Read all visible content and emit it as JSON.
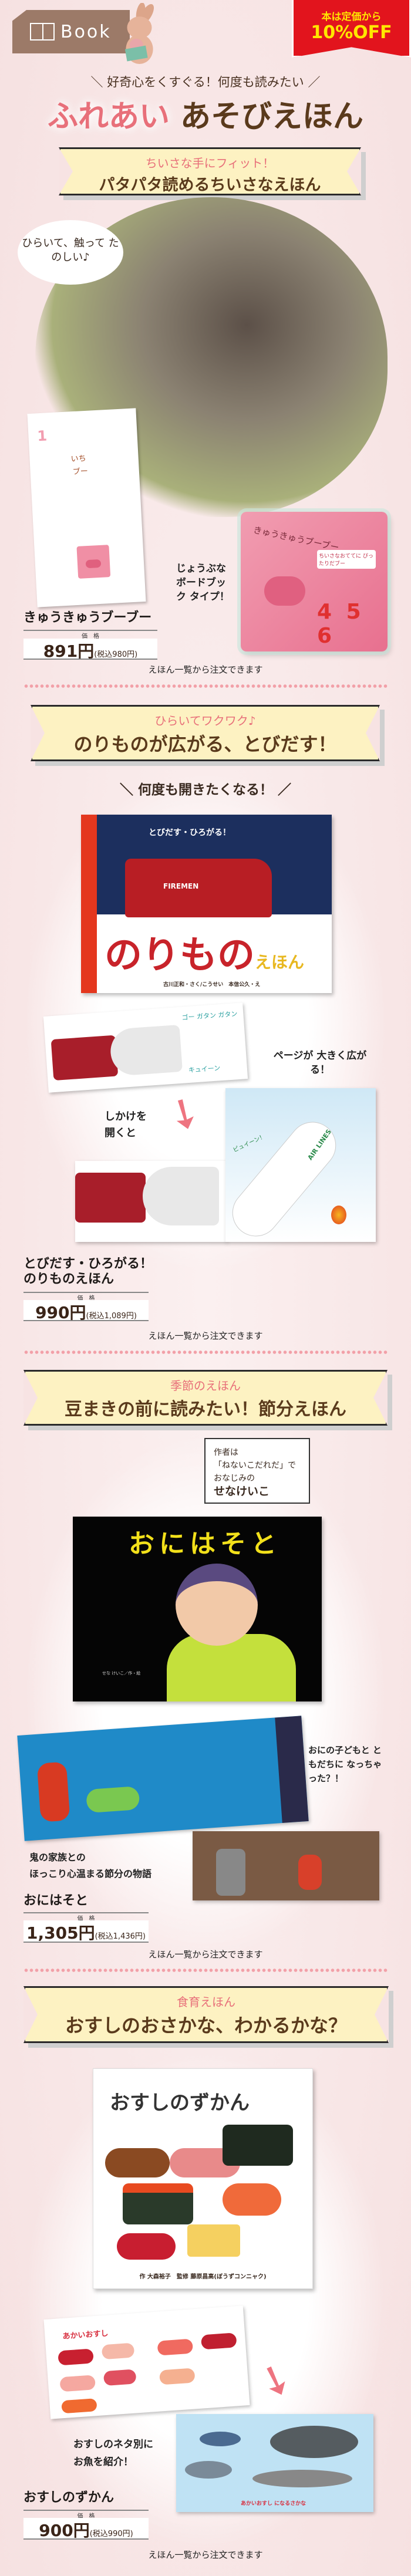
{
  "header": {
    "tag_label": "Book",
    "badge_line1": "本は定価から",
    "badge_line2": "10%OFF",
    "subtitle": "＼ 好奇心をくすぐる！何度も読みたい ／",
    "title_pink": "ふれあい",
    "title_brown": "あそびえほん"
  },
  "colors": {
    "background": "#f8e4e4",
    "ribbon": "#fdf2c2",
    "pink": "#e8707a",
    "brown": "#5a3a1c",
    "badge_red": "#e2141d",
    "badge_yellow": "#ffe600"
  },
  "order_text": "えほん一覧から注文できます",
  "price_label": "価　格",
  "sections": [
    {
      "kicker": "ちいさな手にフィット！",
      "heading": "パタパタ読めるちいさなえほん",
      "bubble": "ひらいて、触って たのしい♪",
      "booklet_num": "1",
      "booklet_text1": "いち",
      "booklet_text2": "ブー",
      "cube_title": "きゅうきゅうブーブー",
      "cube_nums": "4 5 6",
      "cube_sticker": "ちいさなおててに ぴったりだブー",
      "callout": "じょうぶな ボードブック タイプ！",
      "product": "きゅうきゅうブーブー",
      "price": "891円",
      "tax": "(税込980円)"
    },
    {
      "kicker": "ひらいてワクワク♪",
      "heading": "のりものが広がる、とびだす！",
      "headline": "＼ 何度も開きたくなる！ ／",
      "cover_top": "とびだす・ひろがる！",
      "cover_truck": "FIREMEN",
      "cover_title": "のりもの",
      "cover_title_small": "えほん",
      "cover_credit": "古川正和・さく/こうせい　本信公久・え",
      "spread_text1": "ゴー ガタン ガタン",
      "spread_text2": "キュイーン",
      "spread_text3": "ピュイーン！",
      "spread_text4": "AIR LINES",
      "callout_big": "ページが 大きく広がる！",
      "callout_open": "しかけを 開くと",
      "product_line1": "とびだす・ひろがる！",
      "product_line2": "のりものえほん",
      "price": "990円",
      "tax": "(税込1,089円)"
    },
    {
      "kicker": "季節のえほん",
      "heading": "豆まきの前に読みたい！節分えほん",
      "author_note1": "作者は",
      "author_note2": "「ねないこだれだ」で",
      "author_note3": "おなじみの",
      "author_name": "せなけいこ",
      "cover_title": "おにはそと",
      "cover_credit": "せな けいこ／作・絵",
      "callout": "おにの子どもと ともだちに なっちゃった？！",
      "desc1": "鬼の家族との",
      "desc2": "ほっこり心温まる節分の物語",
      "product": "おにはそと",
      "price": "1,305円",
      "tax": "(税込1,436円)"
    },
    {
      "kicker": "食育えほん",
      "heading": "おすしのおさかな、わかるかな？",
      "cover_title": "おすしのずかん",
      "cover_credit": "作 大森裕子　監修 藤原昌高(ぼうずコンニャク)",
      "spread_title": "あかいおすし",
      "fish_caption": "あかいおすし になるさかな",
      "callout1": "おすしのネタ別に",
      "callout2": "お魚を紹介！",
      "product": "おすしのずかん",
      "price": "900円",
      "tax": "(税込990円)"
    }
  ]
}
